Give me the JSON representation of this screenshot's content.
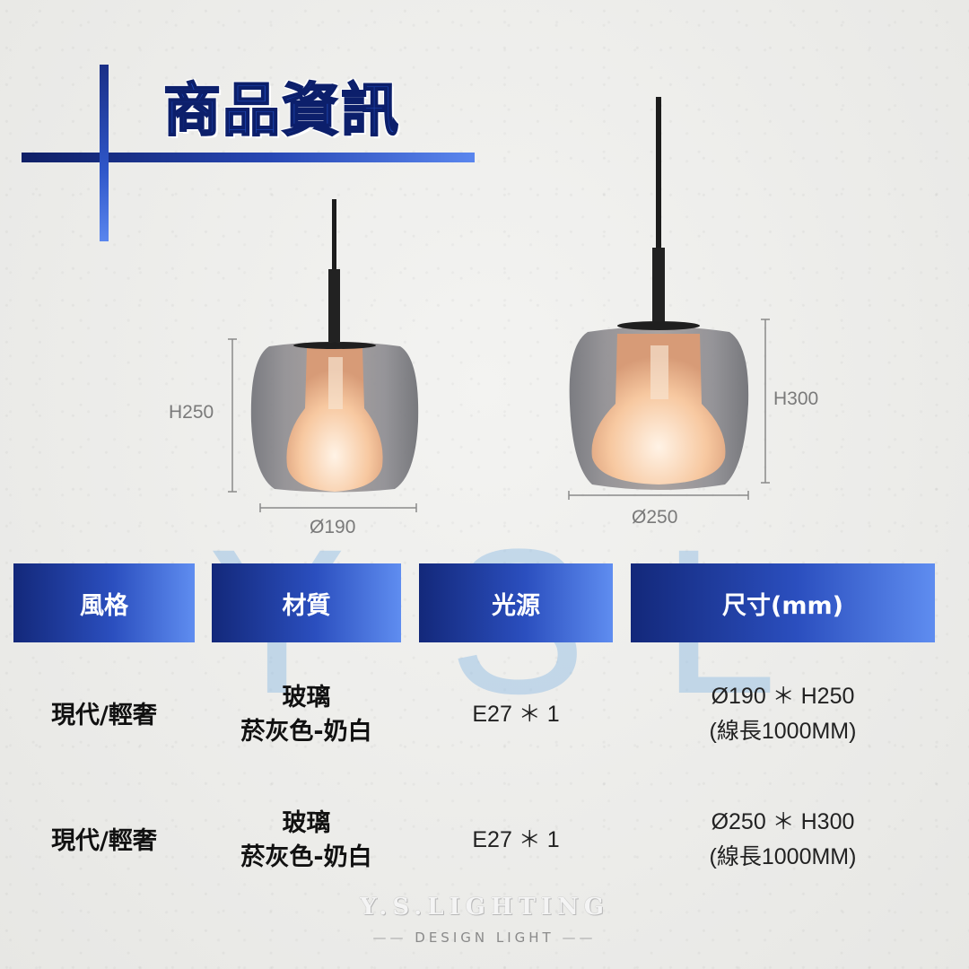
{
  "title": "商品資訊",
  "watermark": {
    "letters": [
      "Y",
      "S",
      "L"
    ]
  },
  "lamps": [
    {
      "height_label": "H250",
      "diameter_label": "Ø190"
    },
    {
      "height_label": "H300",
      "diameter_label": "Ø250"
    }
  ],
  "table": {
    "headers": [
      "風格",
      "材質",
      "光源",
      "尺寸(mm)"
    ],
    "rows": [
      {
        "style": "現代/輕奢",
        "material_1": "玻璃",
        "material_2": "菸灰色-奶白",
        "light": "E27 ＊ 1",
        "size_1": "Ø190 ＊ H250",
        "size_2": "(線長1000MM)"
      },
      {
        "style": "現代/輕奢",
        "material_1": "玻璃",
        "material_2": "菸灰色-奶白",
        "light": "E27 ＊ 1",
        "size_1": "Ø250 ＊ H300",
        "size_2": "(線長1000MM)"
      }
    ]
  },
  "brand": {
    "name": "Y.S.LIGHTING",
    "tagline": "DESIGN LIGHT"
  },
  "colors": {
    "accent_dark": "#13287a",
    "accent_light": "#5f8df0",
    "title_blue": "#1f49b8"
  }
}
